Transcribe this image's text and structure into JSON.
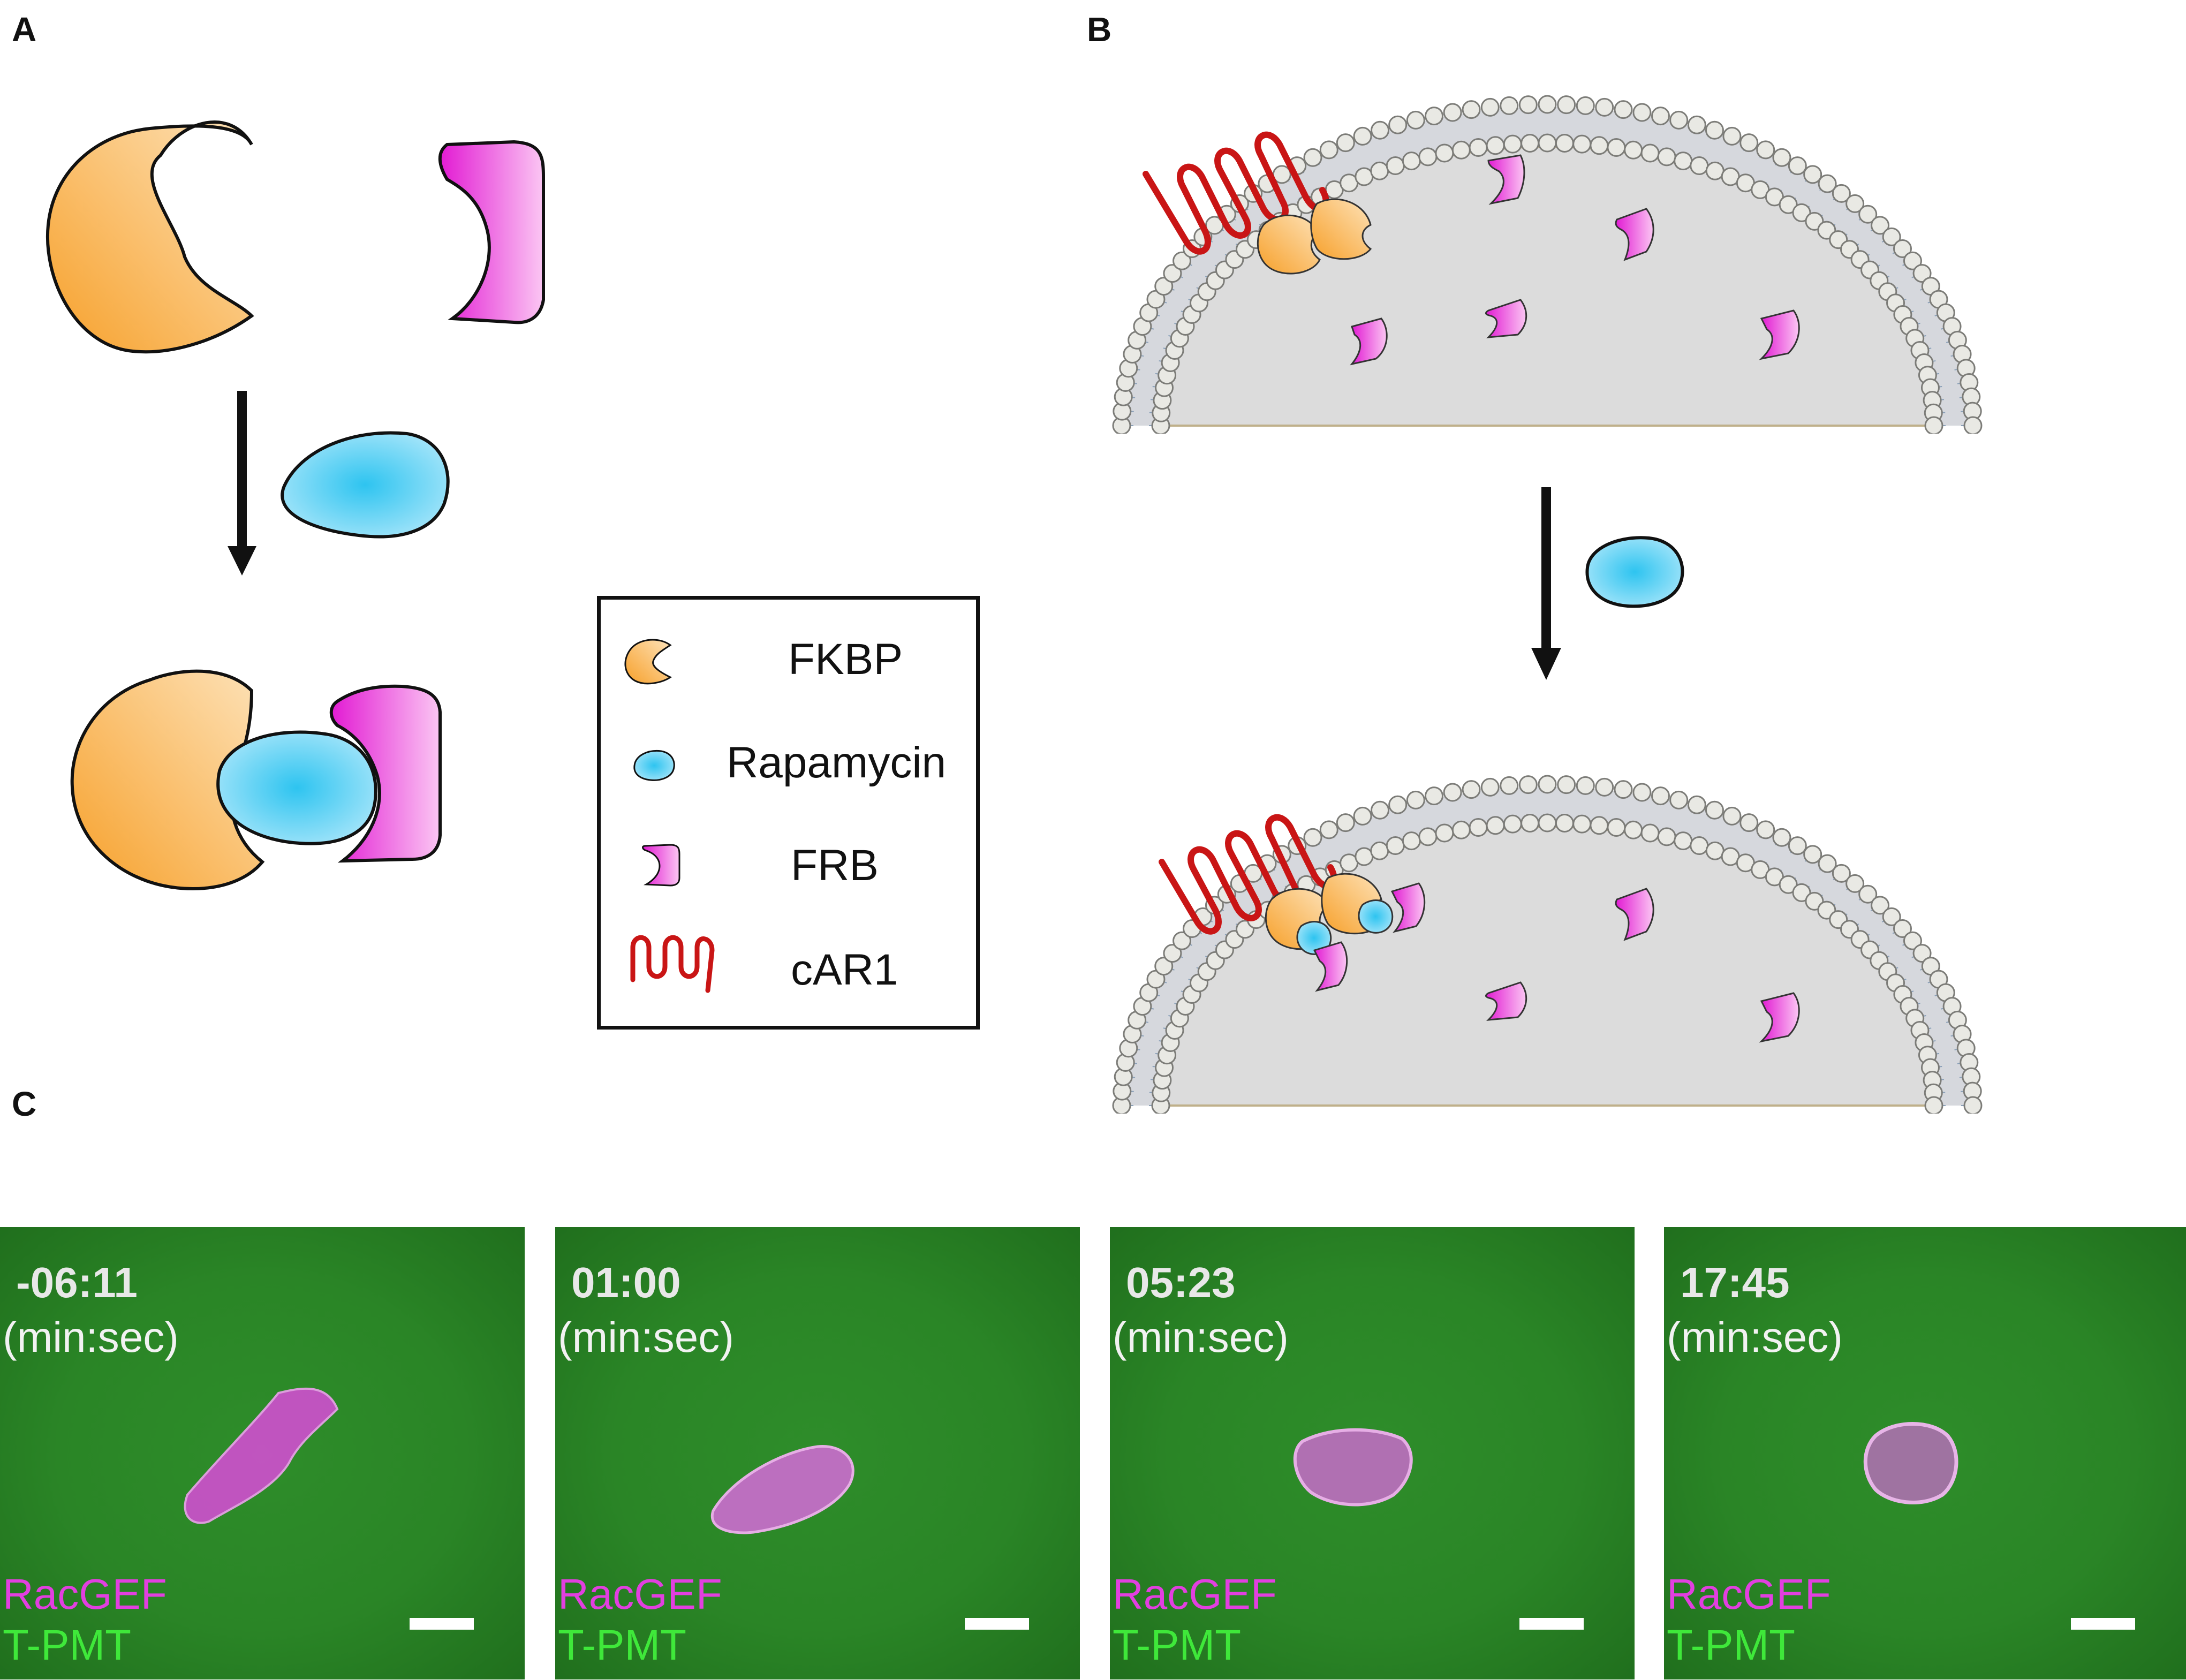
{
  "panels": {
    "a": "A",
    "b": "B",
    "c": "C"
  },
  "legend": {
    "items": [
      {
        "label": "FKBP",
        "icon": "fkbp-icon"
      },
      {
        "label": "Rapamycin",
        "icon": "rapamycin-icon"
      },
      {
        "label": "FRB",
        "icon": "frb-icon"
      },
      {
        "label": "cAR1",
        "icon": "car1-icon"
      }
    ]
  },
  "colors": {
    "fkbp": "#f7a93e",
    "rapamycin": "#39c9f0",
    "frb": "#e330d8",
    "car1": "#c91515",
    "cytoplasm": "#dcdcdc",
    "micrograph_bg": "#2a8526"
  },
  "micrographs": [
    {
      "time": "-06:11",
      "unit": "(min:sec)",
      "channel1": "RacGEF",
      "channel2": "T-PMT"
    },
    {
      "time": "01:00",
      "unit": "(min:sec)",
      "channel1": "RacGEF",
      "channel2": "T-PMT"
    },
    {
      "time": "05:23",
      "unit": "(min:sec)",
      "channel1": "RacGEF",
      "channel2": "T-PMT"
    },
    {
      "time": "17:45",
      "unit": "(min:sec)",
      "channel1": "RacGEF",
      "channel2": "T-PMT"
    }
  ]
}
